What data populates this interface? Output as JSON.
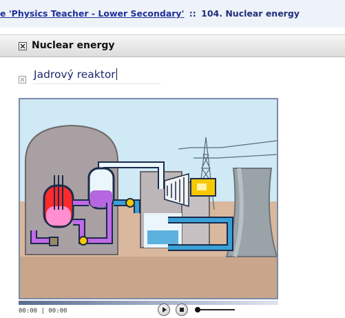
{
  "breadcrumb": {
    "link": "e 'Physics Teacher - Lower Secondary'",
    "separator": "::",
    "current": "104. Nuclear energy"
  },
  "section": {
    "title": "Nuclear energy",
    "collapse_icon": "boxed-x-icon"
  },
  "item": {
    "title": "Jadrový reaktor",
    "icon": "boxed-x-icon"
  },
  "player": {
    "illustration": "nuclear-power-plant-animation",
    "time_current": "00:00",
    "time_separator": "|",
    "time_total": "00:00",
    "progress": 0,
    "play_icon": "play-icon",
    "stop_icon": "stop-icon",
    "volume_icon": "volume-slider-icon"
  }
}
